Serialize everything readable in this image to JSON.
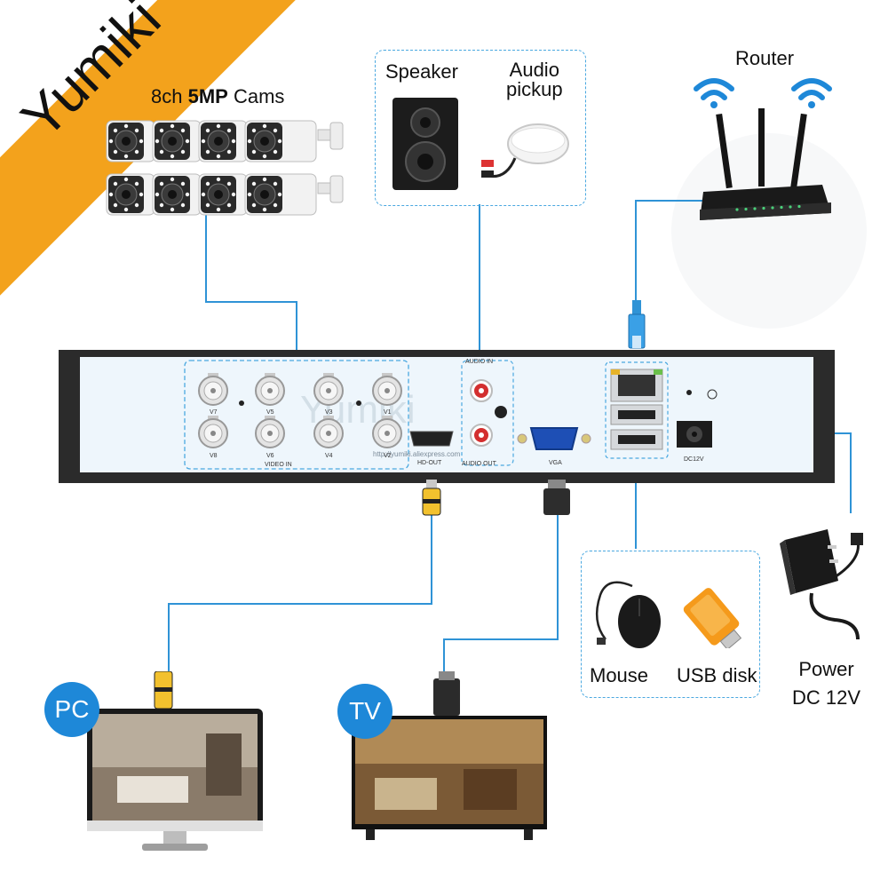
{
  "brand": {
    "name": "Yumiki",
    "color": "#f3a21c"
  },
  "accent_color": "#1e88d8",
  "cameras": {
    "count_label": "8ch",
    "resolution_label": "5MP",
    "suffix_label": "Cams"
  },
  "speaker": {
    "label": "Speaker"
  },
  "audio_pickup": {
    "line1": "Audio",
    "line2": "pickup"
  },
  "router": {
    "label": "Router"
  },
  "mouse": {
    "label": "Mouse"
  },
  "usb_disk": {
    "label": "USB disk"
  },
  "power": {
    "line1": "Power",
    "line2": "DC 12V"
  },
  "pc": {
    "badge": "PC"
  },
  "tv": {
    "badge": "TV"
  },
  "dvr": {
    "watermark": "Yumiki",
    "url_watermark": "http://yumiki.aliexpress.com",
    "bnc_labels": [
      "V7",
      "V5",
      "V3",
      "V1",
      "V8",
      "V6",
      "V4",
      "V2"
    ],
    "video_in_label": "VIDEO IN",
    "audio_in_label": "AUDIO IN",
    "audio_out_label": "AUDIO OUT",
    "hdmi_label": "HD-OUT",
    "vga_label": "VGA",
    "dc_label": "DC12V"
  }
}
